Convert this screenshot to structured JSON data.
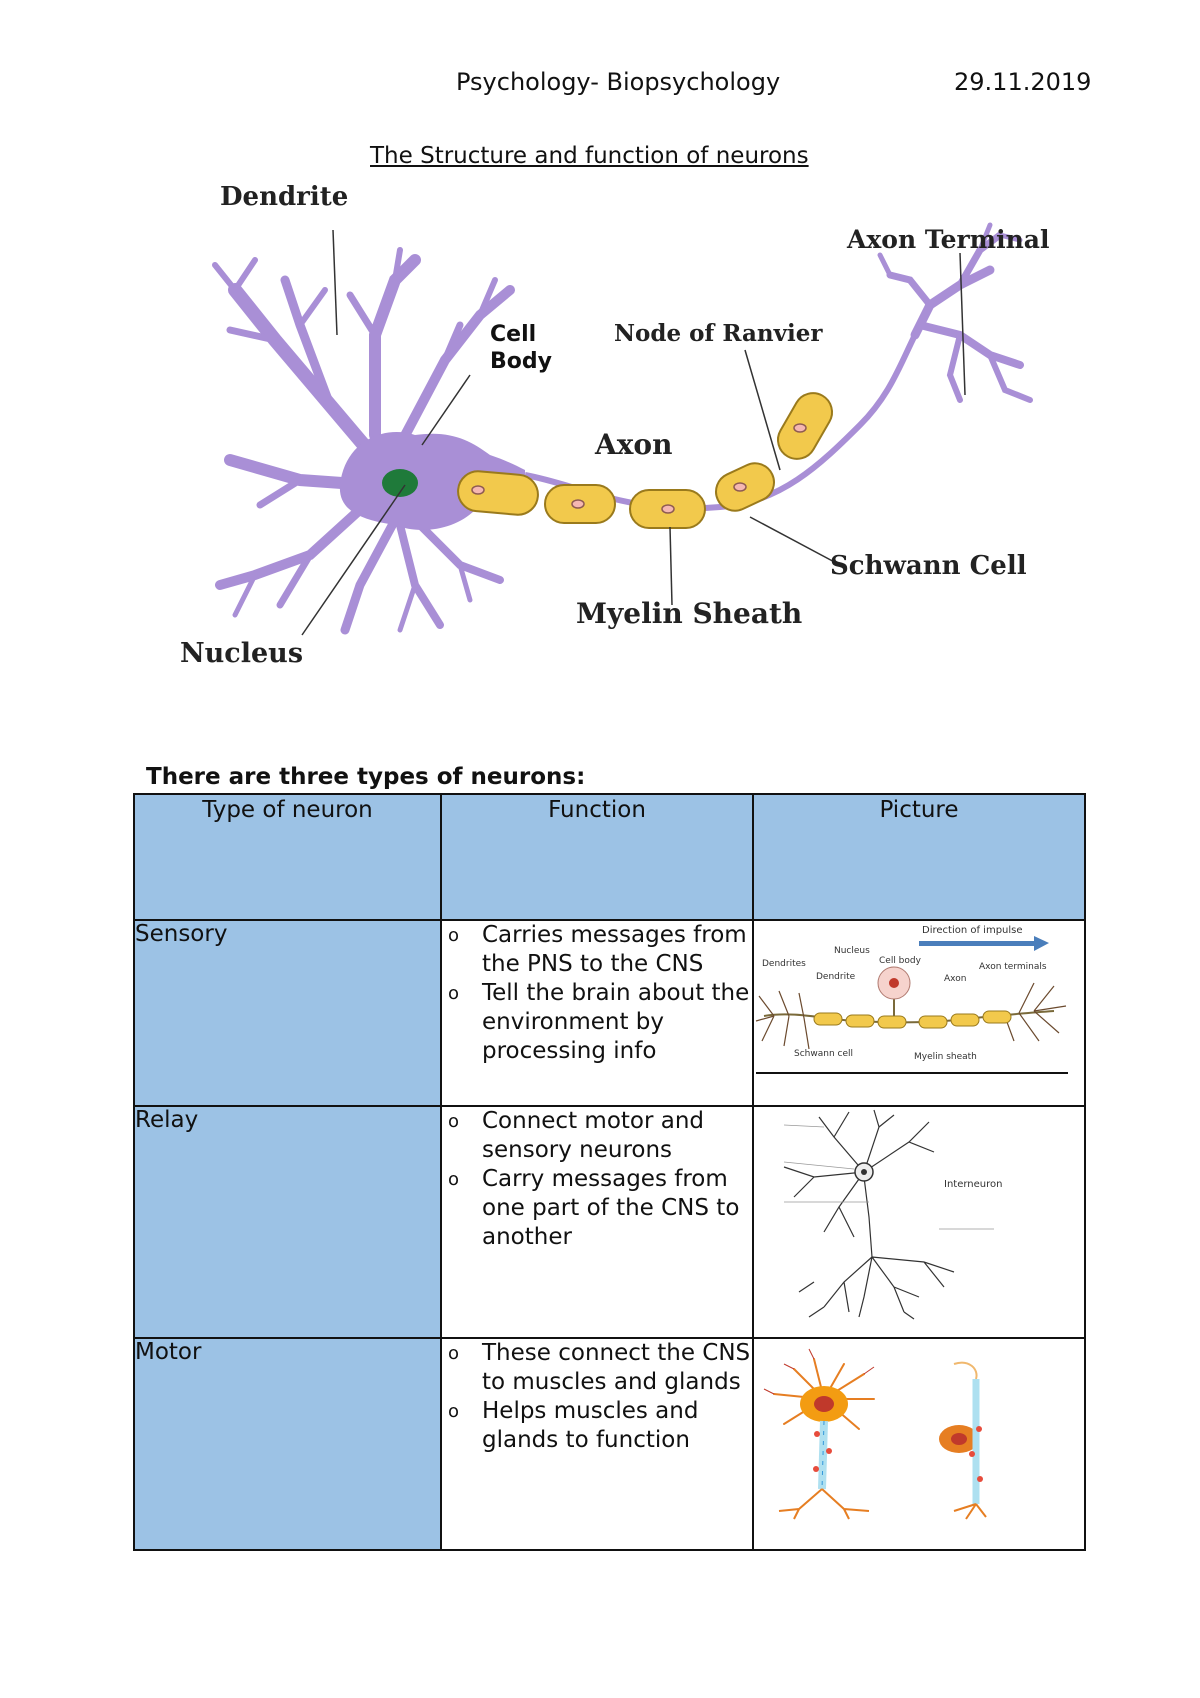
{
  "header": {
    "subject": "Psychology- Biopsychology",
    "date": "29.11.2019"
  },
  "title": "The Structure and function of neurons",
  "diagram": {
    "labels": {
      "dendrite": "Dendrite",
      "cell_body_1": "Cell",
      "cell_body_2": "Body",
      "node": "Node of Ranvier",
      "axon_terminal": "Axon Terminal",
      "axon": "Axon",
      "schwann": "Schwann Cell",
      "myelin": "Myelin Sheath",
      "nucleus": "Nucleus"
    },
    "colors": {
      "dendrite": "#a98fd6",
      "myelin": "#f2c94c",
      "nucleus": "#1f7a3a"
    }
  },
  "intro": "There are three types of neurons:",
  "table": {
    "headers": [
      "Type of neuron",
      "Function",
      "Picture"
    ],
    "rows": [
      {
        "type": "Sensory",
        "functions": [
          "Carries messages from the PNS to the CNS",
          "Tell the brain about the environment by processing info"
        ],
        "picture_labels": {
          "direction": "Direction of impulse",
          "nucleus": "Nucleus",
          "cell_body": "Cell body",
          "dendrites": "Dendrites",
          "dendrite": "Dendrite",
          "axon": "Axon",
          "axon_terminals": "Axon terminals",
          "schwann": "Schwann cell",
          "myelin": "Myelin sheath"
        }
      },
      {
        "type": "Relay",
        "functions": [
          "Connect motor and sensory neurons",
          "Carry messages from one part of the CNS to another"
        ],
        "picture_labels": {
          "interneuron": "Interneuron"
        }
      },
      {
        "type": "Motor",
        "functions": [
          "These connect the CNS to muscles and glands",
          "Helps muscles and glands to function"
        ]
      }
    ]
  },
  "bullet_glyph": "o"
}
